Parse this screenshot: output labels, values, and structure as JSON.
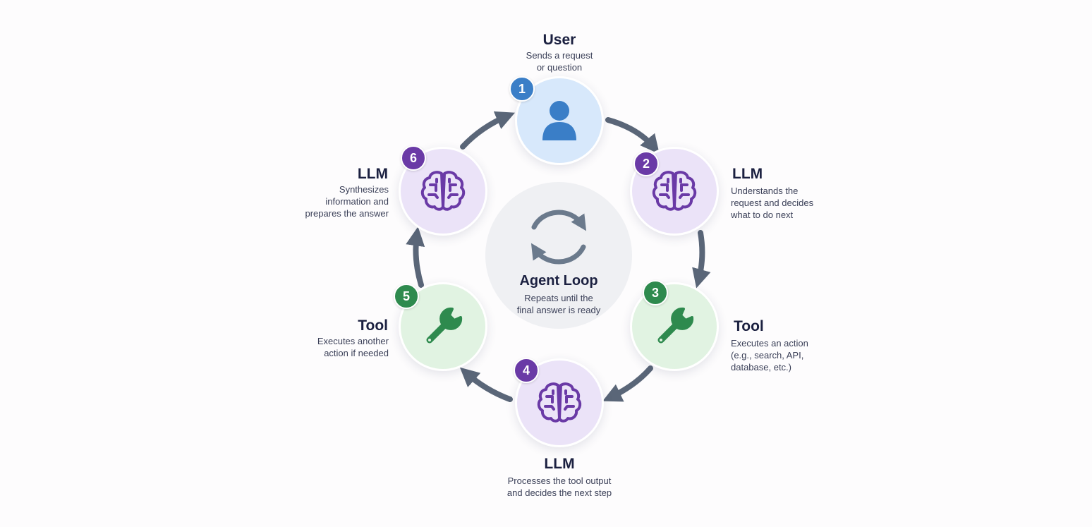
{
  "center": {
    "title": "Agent Loop",
    "description_lines": [
      "Repeats until the",
      "final answer is ready"
    ],
    "icon": "refresh-cycle-icon"
  },
  "steps": [
    {
      "number": "1",
      "title": "User",
      "description_lines": [
        "Sends a request",
        "or question"
      ],
      "icon": "user-icon",
      "color": "#3a7ec7",
      "fill": "#d7e8fb"
    },
    {
      "number": "2",
      "title": "LLM",
      "description_lines": [
        "Understands the",
        "request and decides",
        "what to do next"
      ],
      "icon": "brain-icon",
      "color": "#6a3aa6",
      "fill": "#ebe3f8"
    },
    {
      "number": "3",
      "title": "Tool",
      "description_lines": [
        "Executes an action",
        "(e.g., search, API,",
        "database, etc.)"
      ],
      "icon": "wrench-icon",
      "color": "#2e8a4e",
      "fill": "#e1f3e2"
    },
    {
      "number": "4",
      "title": "LLM",
      "description_lines": [
        "Processes the tool output",
        "and decides the next step"
      ],
      "icon": "brain-icon",
      "color": "#6a3aa6",
      "fill": "#ebe3f8"
    },
    {
      "number": "5",
      "title": "Tool",
      "description_lines": [
        "Executes another",
        "action if needed"
      ],
      "icon": "wrench-icon",
      "color": "#2e8a4e",
      "fill": "#e1f3e2"
    },
    {
      "number": "6",
      "title": "LLM",
      "description_lines": [
        "Synthesizes",
        "information and",
        "prepares the answer"
      ],
      "icon": "brain-icon",
      "color": "#6a3aa6",
      "fill": "#ebe3f8"
    }
  ],
  "colors": {
    "arrow": "#5a6678",
    "title_text": "#1b2040",
    "body_text": "#3b4058",
    "center_fill": "#eff0f3"
  }
}
